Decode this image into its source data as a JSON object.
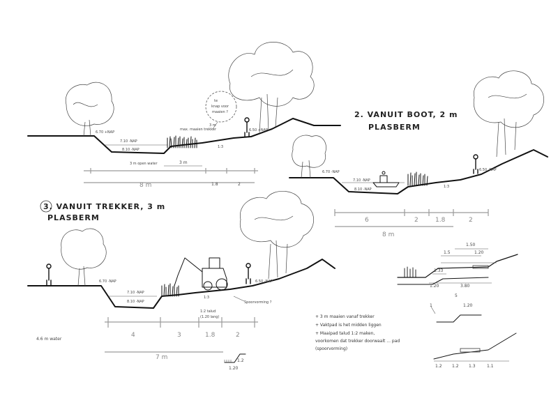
{
  "sections": {
    "s1": {
      "bubble_line1": "te",
      "bubble_line2": "knap voor",
      "bubble_line3": "maaien ?",
      "level_top": "6.70 +NAP",
      "level_water": "7.10 -NAP",
      "level_bottom": "8.10 -NAP",
      "level_right": "6.50 +NAP",
      "mow_note": "max. maaien trekker",
      "mow_note2": "3 m",
      "slope": "1:3",
      "open_water": "3 m open water",
      "dim_3m": "3 m",
      "dim_8m": "8 m",
      "dim_1_8": "1.8",
      "dim_2": "2"
    },
    "s2": {
      "title_line1": "2. VANUIT BOOT, 2 m",
      "title_line2": "PLASBERM",
      "level_top": "6.70 -NAP",
      "level_water": "7.10 -NAP",
      "level_bottom": "8.10 -NAP",
      "level_right": "6.50 -NAP",
      "slope": "1:3",
      "dim_6": "6",
      "dim_2a": "2",
      "dim_1_8": "1.8",
      "dim_2b": "2",
      "dim_8m": "8 m"
    },
    "s3": {
      "title_line1": "3. VANUIT TREKKER, 3 m",
      "title_line2": "PLASBERM",
      "level_top": "6.70 -NAP",
      "level_water": "7.10 -NAP",
      "level_bottom": "8.10 -NAP",
      "level_right": "6.50 -NAP",
      "slope": "1:3",
      "slope_note1": "1:2  talud",
      "slope_note2": "(1.20 lang)",
      "vorming": "Spoorvorming ?",
      "dim_4": "4",
      "dim_3": "3",
      "dim_1_8": "1.8",
      "dim_2": "2",
      "dim_7m": "7 m",
      "water_note": "4.6 m water",
      "detail_h": "1.2",
      "detail_w": "1.20"
    },
    "notes": {
      "n1": "+ 3 m maaien vanaf trekker",
      "n2": "+ Vaktpad is het midden liggen",
      "n3": "+ Maaipad talud 1:2 maken,",
      "n4": "  voorkomen dat trekker doorwaalt ... pad",
      "n5": "  (spoorvorming)"
    },
    "details": {
      "d_1_50": "1.50",
      "d_1_5": "1.5",
      "d_1_20a": "1.20",
      "d_1_33": "1.33",
      "d_1_20b": "1.20",
      "d_3_80": "3.80",
      "d_5": "5",
      "d_1_20c": "1.20",
      "d_1": "1",
      "d_1_2a": "1.2",
      "d_1_2b": "1.2",
      "d_1_3": "1.3",
      "d_1_1": "1.1"
    }
  }
}
